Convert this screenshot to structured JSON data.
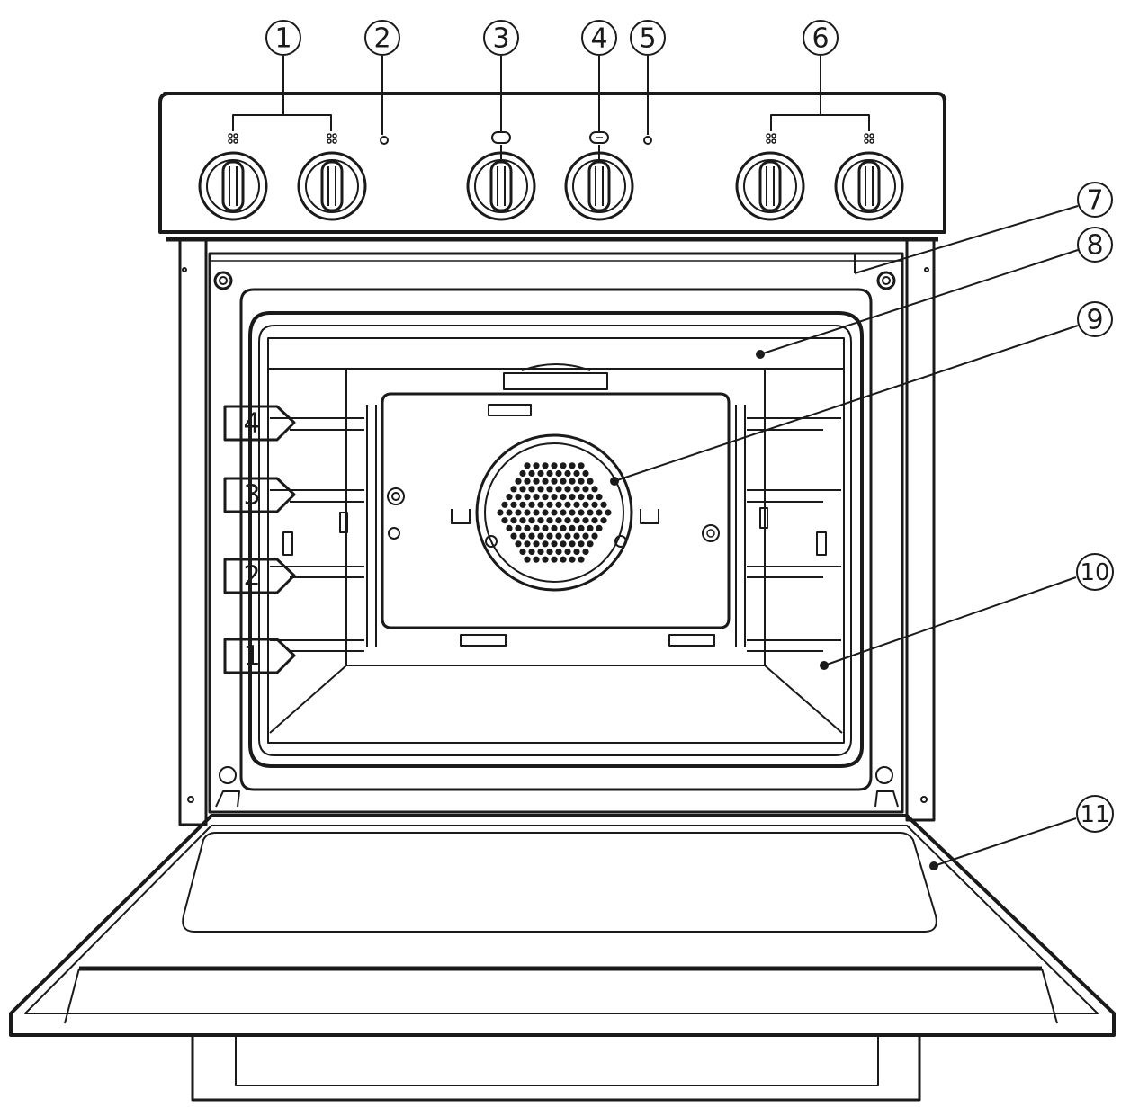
{
  "callouts": [
    {
      "label": "1"
    },
    {
      "label": "2"
    },
    {
      "label": "3"
    },
    {
      "label": "4"
    },
    {
      "label": "5"
    },
    {
      "label": "6"
    },
    {
      "label": "7"
    },
    {
      "label": "8"
    },
    {
      "label": "9"
    },
    {
      "label": "10"
    },
    {
      "label": "11"
    }
  ],
  "shelf_levels": [
    {
      "label": "4"
    },
    {
      "label": "3"
    },
    {
      "label": "2"
    },
    {
      "label": "1"
    }
  ],
  "colors": {
    "line": "#1a1a1a",
    "background": "#ffffff",
    "panel_fill": "#ffffff"
  }
}
